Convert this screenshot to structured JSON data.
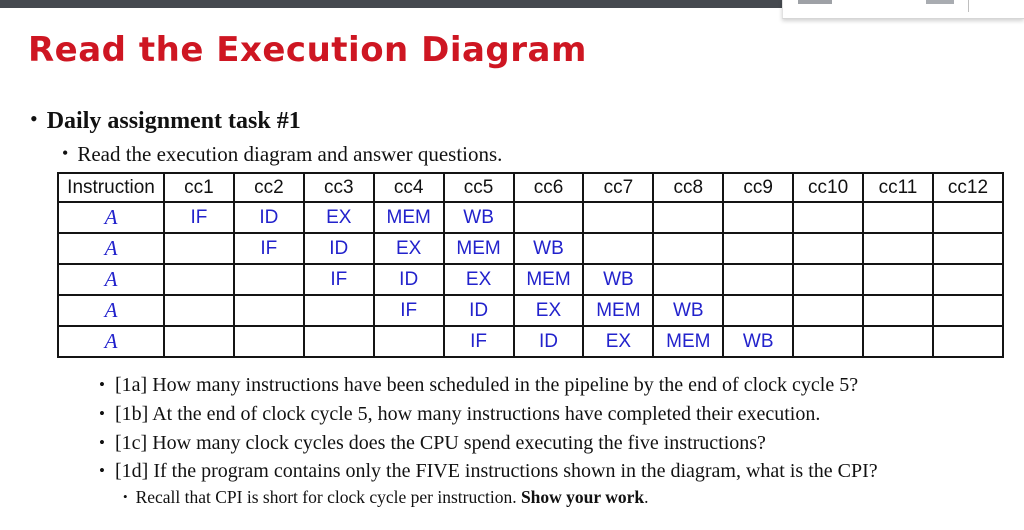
{
  "colors": {
    "title_red": "#ce1622",
    "stage_blue": "#2222cc",
    "topbar_gray": "#45494f"
  },
  "slide": {
    "title": "Read the Execution Diagram",
    "task_heading": "Daily assignment task #1",
    "task_subtext": "Read the execution diagram and answer questions.",
    "questions": [
      "[1a] How many instructions have been scheduled in the pipeline by the end of clock cycle 5?",
      "[1b] At the end of clock cycle 5, how many instructions have completed their execution.",
      "[1c] How many clock cycles does the CPU spend executing the five instructions?",
      "[1d] If the program contains only the FIVE instructions shown in the diagram, what is the CPI?"
    ],
    "note_plain": "Recall that CPI is short for clock cycle per instruction. ",
    "note_bold": "Show your work",
    "note_end": "."
  },
  "pipeline_table": {
    "headers": [
      "Instruction",
      "cc1",
      "cc2",
      "cc3",
      "cc4",
      "cc5",
      "cc6",
      "cc7",
      "cc8",
      "cc9",
      "cc10",
      "cc11",
      "cc12"
    ],
    "rows": [
      {
        "instruction": "A",
        "cells": [
          "IF",
          "ID",
          "EX",
          "MEM",
          "WB",
          "",
          "",
          "",
          "",
          "",
          "",
          ""
        ]
      },
      {
        "instruction": "A",
        "cells": [
          "",
          "IF",
          "ID",
          "EX",
          "MEM",
          "WB",
          "",
          "",
          "",
          "",
          "",
          ""
        ]
      },
      {
        "instruction": "A",
        "cells": [
          "",
          "",
          "IF",
          "ID",
          "EX",
          "MEM",
          "WB",
          "",
          "",
          "",
          "",
          ""
        ]
      },
      {
        "instruction": "A",
        "cells": [
          "",
          "",
          "",
          "IF",
          "ID",
          "EX",
          "MEM",
          "WB",
          "",
          "",
          "",
          ""
        ]
      },
      {
        "instruction": "A",
        "cells": [
          "",
          "",
          "",
          "",
          "IF",
          "ID",
          "EX",
          "MEM",
          "WB",
          "",
          "",
          ""
        ]
      }
    ]
  }
}
